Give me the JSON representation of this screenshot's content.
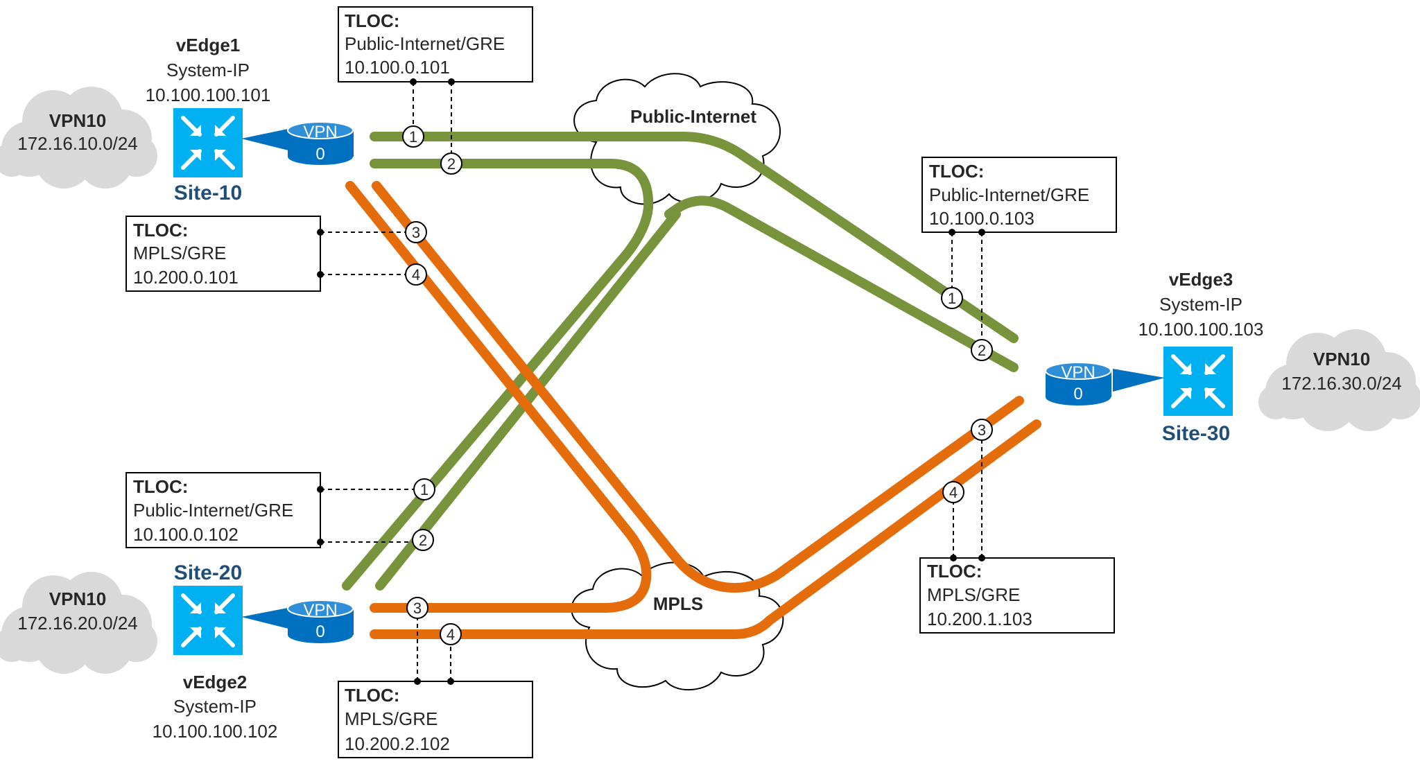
{
  "clouds": {
    "public_internet": "Public-Internet",
    "mpls": "MPLS"
  },
  "sites": {
    "site10": {
      "site_label": "Site-10",
      "vedge": "vEdge1",
      "system_ip_label": "System-IP",
      "system_ip": "10.100.100.101",
      "vpn_cloud_name": "VPN10",
      "vpn_cloud_subnet": "172.16.10.0/24",
      "vpn0_label": "VPN",
      "vpn0_number": "0",
      "tloc_public": {
        "title": "TLOC:",
        "color": "Public-Internet/GRE",
        "ip": "10.100.0.101"
      },
      "tloc_mpls": {
        "title": "TLOC:",
        "color": "MPLS/GRE",
        "ip": "10.200.0.101"
      }
    },
    "site20": {
      "site_label": "Site-20",
      "vedge": "vEdge2",
      "system_ip_label": "System-IP",
      "system_ip": "10.100.100.102",
      "vpn_cloud_name": "VPN10",
      "vpn_cloud_subnet": "172.16.20.0/24",
      "vpn0_label": "VPN",
      "vpn0_number": "0",
      "tloc_public": {
        "title": "TLOC:",
        "color": "Public-Internet/GRE",
        "ip": "10.100.0.102"
      },
      "tloc_mpls": {
        "title": "TLOC:",
        "color": "MPLS/GRE",
        "ip": "10.200.2.102"
      }
    },
    "site30": {
      "site_label": "Site-30",
      "vedge": "vEdge3",
      "system_ip_label": "System-IP",
      "system_ip": "10.100.100.103",
      "vpn_cloud_name": "VPN10",
      "vpn_cloud_subnet": "172.16.30.0/24",
      "vpn0_label": "VPN",
      "vpn0_number": "0",
      "tloc_public": {
        "title": "TLOC:",
        "color": "Public-Internet/GRE",
        "ip": "10.100.0.103"
      },
      "tloc_mpls": {
        "title": "TLOC:",
        "color": "MPLS/GRE",
        "ip": "10.200.1.103"
      }
    }
  },
  "tunnel_numbers": [
    "1",
    "2",
    "3",
    "4"
  ],
  "colors": {
    "internet_tunnel": "#77933c",
    "mpls_tunnel": "#e46c0a",
    "router": "#00b0f0",
    "vpn_cylinder": "#0070c0",
    "cloud": "#d9d9d9"
  },
  "icons": {
    "router": "router-icon",
    "vpn0": "vpn-cylinder-icon",
    "cloud": "cloud-icon"
  }
}
